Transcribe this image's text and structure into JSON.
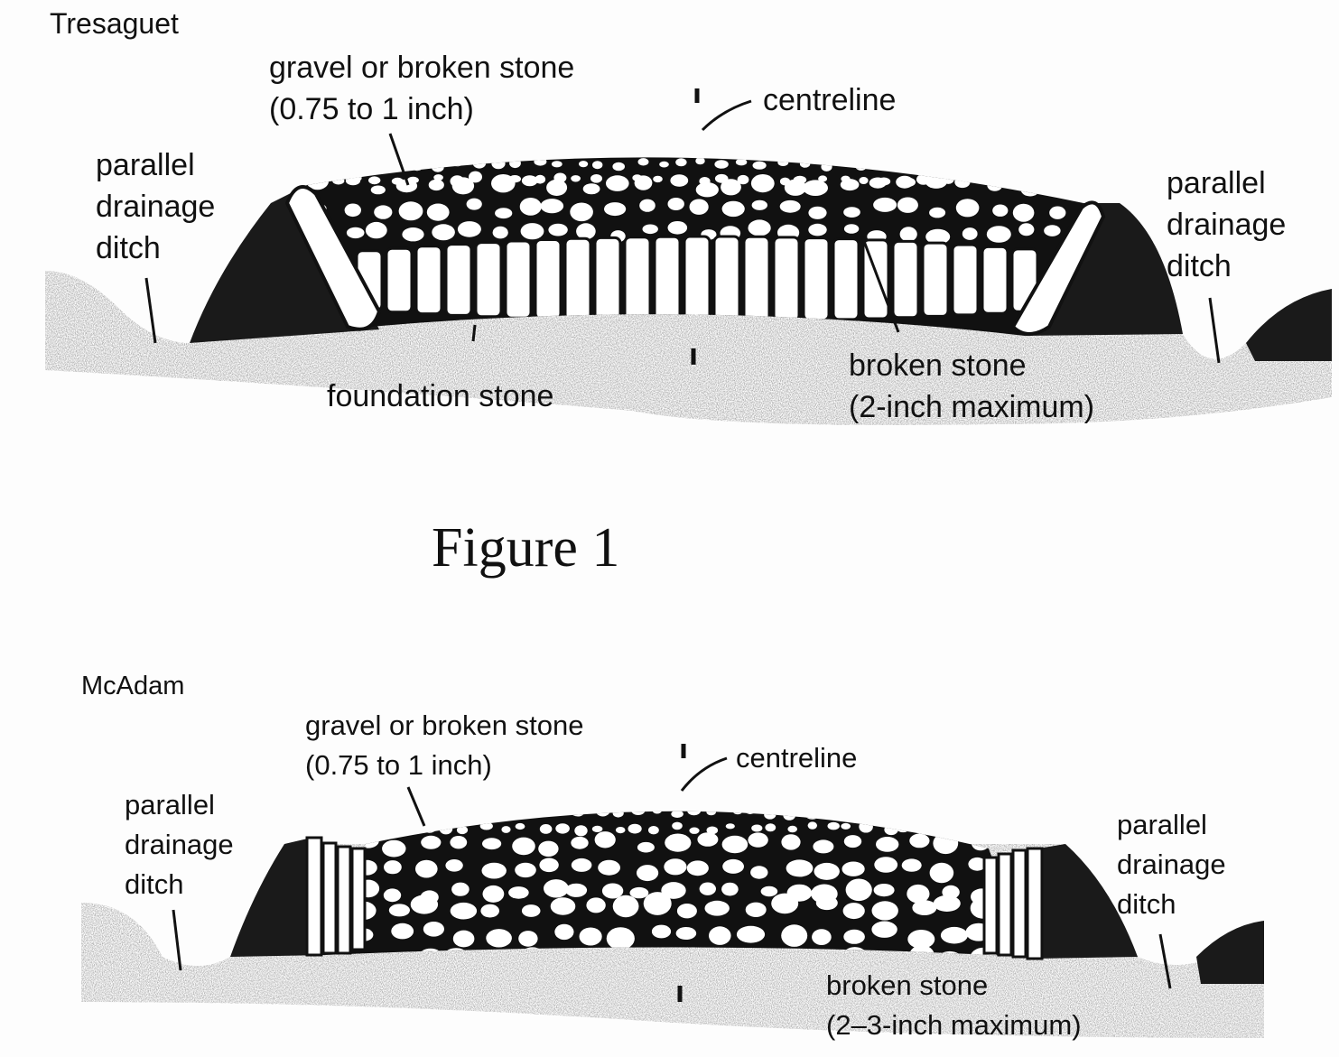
{
  "figure1": {
    "title": "Tresaguet",
    "labels": {
      "gravel": [
        "gravel or broken stone",
        "(0.75 to 1 inch)"
      ],
      "centreline": "centreline",
      "ditch_left": [
        "parallel",
        "drainage",
        "ditch"
      ],
      "ditch_right": [
        "parallel",
        "drainage",
        "ditch"
      ],
      "foundation": "foundation stone",
      "broken": [
        "broken stone",
        "(2-inch maximum)"
      ]
    },
    "caption": "Figure 1"
  },
  "figure2": {
    "title": "McAdam",
    "labels": {
      "gravel": [
        "gravel or broken stone",
        "(0.75 to 1 inch)"
      ],
      "centreline": "centreline",
      "ditch_left": [
        "parallel",
        "drainage",
        "ditch"
      ],
      "ditch_right": [
        "parallel",
        "drainage",
        "ditch"
      ],
      "broken": [
        "broken stone",
        "(2–3-inch maximum)"
      ]
    }
  },
  "colors": {
    "ink": "#111111",
    "ground": "#8a8a8a",
    "paper": "#fdfdfd"
  }
}
